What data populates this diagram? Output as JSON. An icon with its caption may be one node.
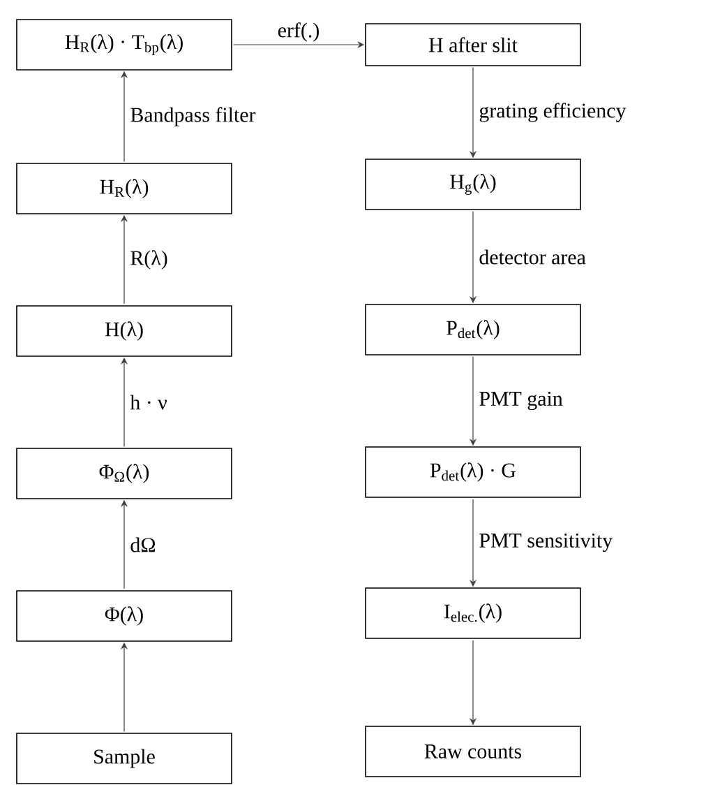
{
  "diagram": {
    "nodes": [
      {
        "text": [
          "H$_{R}$(λ) · T$_{bp}$(λ)"
        ]
      },
      {
        "text": [
          "H after slit"
        ]
      },
      {
        "text": [
          "H$_{R}$(λ)"
        ]
      },
      {
        "text": [
          "H$_{g}$(λ)"
        ]
      },
      {
        "text": [
          "H(λ)"
        ]
      },
      {
        "text": [
          "P$_{det}$(λ)"
        ]
      },
      {
        "text": [
          "Φ$_{Ω}$(λ)"
        ]
      },
      {
        "text": [
          "P$_{det}$(λ) · G"
        ]
      },
      {
        "text": [
          "Φ(λ)"
        ]
      },
      {
        "text": [
          "I$_{elec.}$(λ)"
        ]
      },
      {
        "text": [
          "Sample"
        ]
      },
      {
        "text": [
          "Raw counts"
        ]
      }
    ],
    "edges": [
      {
        "from": 10,
        "to": 8,
        "arrow": "to"
      },
      {
        "from": 8,
        "to": 6,
        "arrow": "to",
        "label": "dΩ"
      },
      {
        "from": 6,
        "to": 4,
        "arrow": "to",
        "label": "h · ν"
      },
      {
        "from": 4,
        "to": 2,
        "arrow": "to",
        "label": "R(λ)"
      },
      {
        "from": 2,
        "to": 0,
        "arrow": "to",
        "label": "Bandpass filter"
      },
      {
        "from": 0,
        "to": 1,
        "arrow": "to",
        "label": "erf(.)"
      },
      {
        "from": 1,
        "to": 3,
        "arrow": "to",
        "label": "grating efficiency"
      },
      {
        "from": 3,
        "to": 5,
        "arrow": "to",
        "label": "detector area"
      },
      {
        "from": 5,
        "to": 7,
        "arrow": "to",
        "label": "PMT gain"
      },
      {
        "from": 7,
        "to": 9,
        "arrow": "to",
        "label": "PMT sensitivity"
      },
      {
        "from": 9,
        "to": 11,
        "arrow": "to"
      }
    ]
  }
}
